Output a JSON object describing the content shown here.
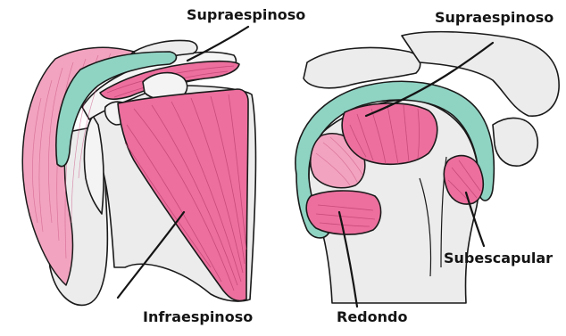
{
  "labels": {
    "left_supraespinoso": "Supraespinoso",
    "right_supraespinoso": "Supraespinoso",
    "infraespinoso": "Infraespinoso",
    "redondo": "Redondo",
    "subescapular": "Subescapular"
  },
  "colors": {
    "muscle": "#ec6f9d",
    "muscle_light": "#f2a3bf",
    "tendon_teal": "#8fd3c3",
    "bone": "#ececec",
    "outline": "#1a1a1a"
  }
}
